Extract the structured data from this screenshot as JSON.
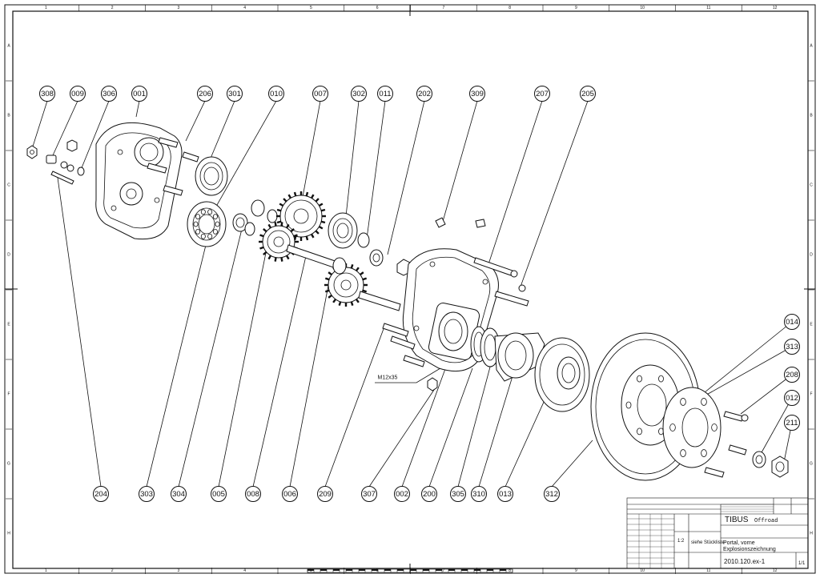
{
  "balloons": {
    "top": [
      "308",
      "009",
      "306",
      "001",
      "206",
      "301",
      "010",
      "007",
      "302",
      "011",
      "202",
      "309",
      "207",
      "205"
    ],
    "bottom": [
      "204",
      "303",
      "304",
      "005",
      "008",
      "006",
      "209",
      "307",
      "002",
      "200",
      "305",
      "310",
      "013",
      "312"
    ],
    "right": [
      "014",
      "313",
      "208",
      "012",
      "211"
    ]
  },
  "annotation": {
    "thread": "M12x35"
  },
  "border": {
    "cols": [
      "1",
      "2",
      "3",
      "4",
      "5",
      "6",
      "7",
      "8",
      "9",
      "10",
      "11",
      "12"
    ],
    "rows": [
      "A",
      "B",
      "C",
      "D",
      "E",
      "F",
      "G",
      "H"
    ]
  },
  "titleblock": {
    "company": "TIBUS",
    "company_suffix": "Offroad",
    "drawing_title_1": "Portal, vorne",
    "drawing_title_2": "Explosionszeichnung",
    "scale": "1:2",
    "material": "siehe Stückliste",
    "drawing_number": "2010.120.ex-1",
    "sheet": "1/1"
  }
}
